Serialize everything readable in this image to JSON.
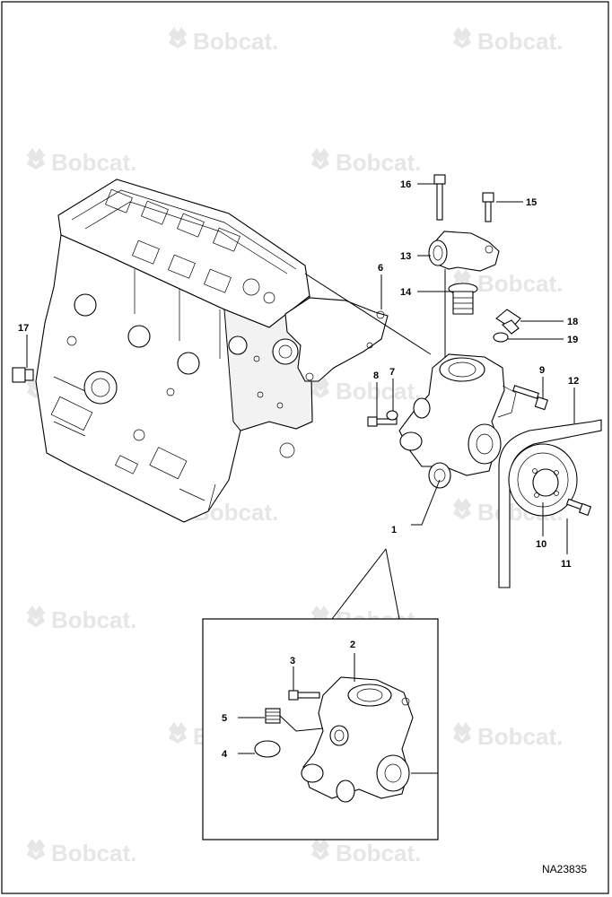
{
  "watermark": {
    "text": "Bobcat.",
    "logo_icon": "bobcat-logo-icon",
    "color": "#e6e6e6"
  },
  "drawing_code": "NA23835",
  "callouts": {
    "c1": "1",
    "c2": "2",
    "c3": "3",
    "c4": "4",
    "c5": "5",
    "c6": "6",
    "c7": "7",
    "c8": "8",
    "c9": "9",
    "c10": "10",
    "c11": "11",
    "c12": "12",
    "c13": "13",
    "c14": "14",
    "c15": "15",
    "c16": "16",
    "c17": "17",
    "c18": "18",
    "c19": "19"
  }
}
